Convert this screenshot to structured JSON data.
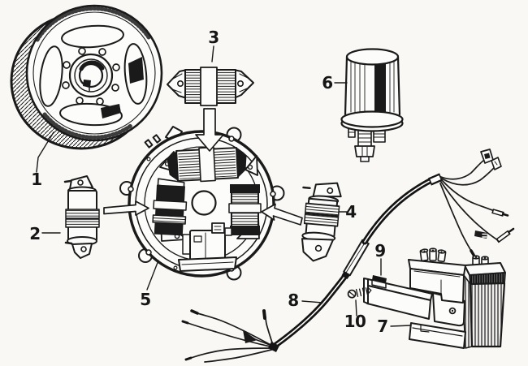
{
  "figure": {
    "kind": "exploded-parts-diagram",
    "subject": "flywheel-magneto-ignition-system",
    "paper_color": "#f9f8f5",
    "ink_color": "#1a1a1a",
    "callouts": [
      {
        "number": "1",
        "part": "flywheel-rotor"
      },
      {
        "number": "2",
        "part": "armature-coil-left"
      },
      {
        "number": "3",
        "part": "armature-coil-top"
      },
      {
        "number": "4",
        "part": "armature-coil-right"
      },
      {
        "number": "5",
        "part": "stator-base-plate"
      },
      {
        "number": "6",
        "part": "ignition-coil"
      },
      {
        "number": "7",
        "part": "battery-holder-bracket"
      },
      {
        "number": "8",
        "part": "wiring-harness"
      },
      {
        "number": "9",
        "part": "bracket-pad"
      },
      {
        "number": "10",
        "part": "fastening-screw"
      }
    ]
  }
}
